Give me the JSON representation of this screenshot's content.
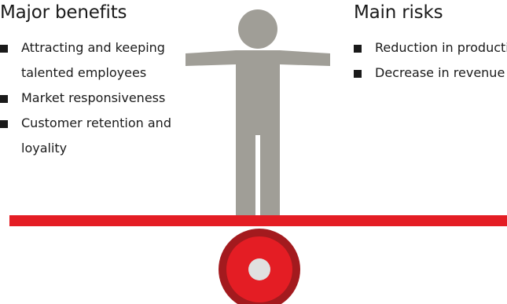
{
  "benefits": {
    "title": "Major benefits",
    "items": [
      [
        "Attracting and keeping",
        "talented employees"
      ],
      [
        "Market responsiveness"
      ],
      [
        "Customer retention and",
        "loyality"
      ]
    ]
  },
  "risks": {
    "title": "Main risks",
    "items": [
      [
        "Reduction in productivity"
      ],
      [
        "Decrease in revenue"
      ]
    ]
  },
  "colors": {
    "figure": "#a09e97",
    "beam": "#e41d24",
    "fulcrum_outer": "#a31a1e",
    "fulcrum_inner": "#e41d24",
    "fulcrum_center": "#e0e0e0",
    "text": "#1a1a1a"
  }
}
